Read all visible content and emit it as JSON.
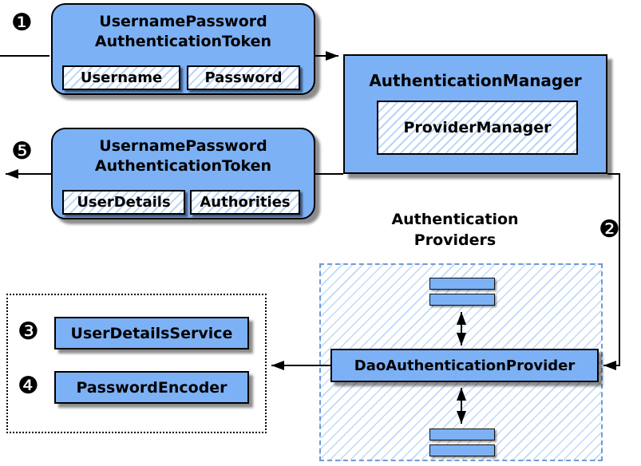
{
  "diagram": {
    "request_token": {
      "title": "UsernamePassword\nAuthenticationToken",
      "fields": [
        "Username",
        "Password"
      ]
    },
    "auth_manager": {
      "title": "AuthenticationManager",
      "inner": "ProviderManager"
    },
    "response_token": {
      "title": "UsernamePassword\nAuthenticationToken",
      "fields": [
        "UserDetails",
        "Authorities"
      ]
    },
    "providers": {
      "label": "Authentication\nProviders",
      "dao": "DaoAuthenticationProvider"
    },
    "services": {
      "user_details_service": "UserDetailsService",
      "password_encoder": "PasswordEncoder"
    },
    "steps": {
      "one": "❶",
      "two": "❷",
      "three": "❸",
      "four": "❹",
      "five": "❺"
    },
    "colors": {
      "node_fill": "#7db1f5",
      "hatch_line": "#b9d4f8",
      "outline": "#000000",
      "dashed_border": "#6e9bd4"
    }
  }
}
